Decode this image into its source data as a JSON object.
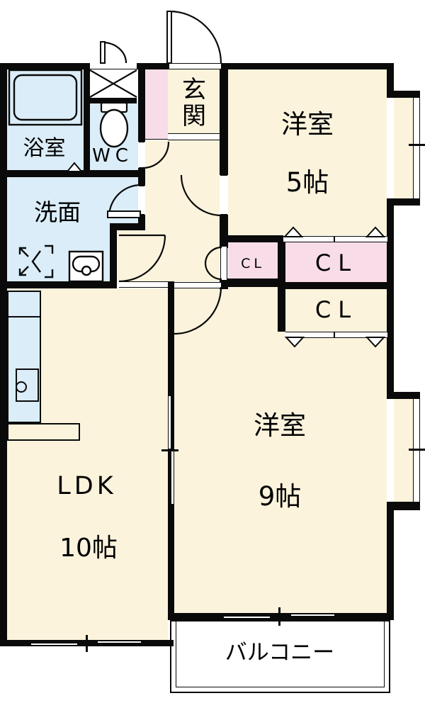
{
  "rooms": {
    "bath": {
      "label": "浴室"
    },
    "wc": {
      "label": "WC"
    },
    "entrance": {
      "label": "玄関"
    },
    "bedroom5": {
      "label": "洋室",
      "size": "5帖"
    },
    "washroom": {
      "label": "洗面"
    },
    "closet_hall": {
      "label": "CL"
    },
    "closet_upper": {
      "label": "CL"
    },
    "closet_lower": {
      "label": "CL"
    },
    "ldk": {
      "label": "LDK",
      "size": "10帖"
    },
    "bedroom9": {
      "label": "洋室",
      "size": "9帖"
    },
    "balcony": {
      "label": "バルコニー"
    }
  },
  "colors": {
    "room_fill": "#FBF3DC",
    "plumbing_fill": "#DAEDF8",
    "closet_fill": "#F8DDE9",
    "wall": "#0A0A0A",
    "balcony_fill": "#FFFFFF"
  }
}
